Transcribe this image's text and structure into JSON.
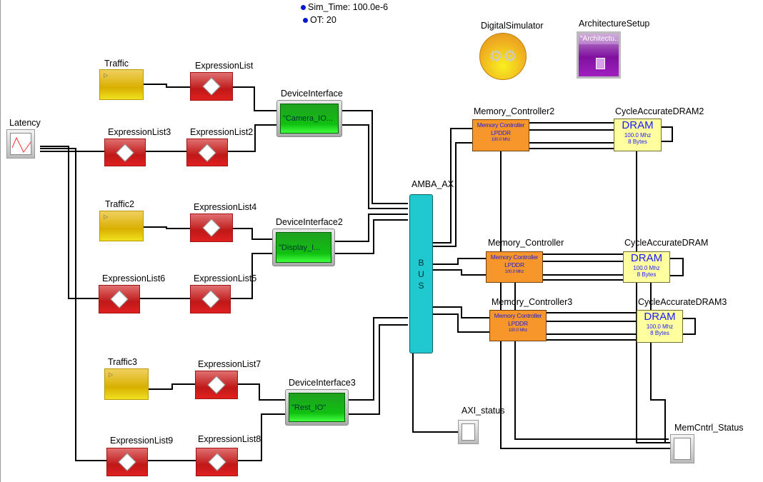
{
  "params": {
    "sim_time": "Sim_Time: 100.0e-6",
    "ot": "OT: 20"
  },
  "blocks": {
    "digital_simulator": "DigitalSimulator",
    "architecture_setup": {
      "label": "ArchitectureSetup",
      "value": "\"Architectu..."
    },
    "traffic": "Traffic",
    "traffic2": "Traffic2",
    "traffic3": "Traffic3",
    "expr": "ExpressionList",
    "expr2": "ExpressionList2",
    "expr3": "ExpressionList3",
    "expr4": "ExpressionList4",
    "expr5": "ExpressionList5",
    "expr6": "ExpressionList6",
    "expr7": "ExpressionList7",
    "expr8": "ExpressionList8",
    "expr9": "ExpressionList9",
    "dev1": {
      "label": "DeviceInterface",
      "value": "\"Camera_IO..."
    },
    "dev2": {
      "label": "DeviceInterface2",
      "value": "\"Display_I..."
    },
    "dev3": {
      "label": "DeviceInterface3",
      "value": "\"Rest_IO\""
    },
    "latency": "Latency",
    "bus": {
      "label": "AMBA_AX",
      "text": [
        "B",
        "U",
        "S"
      ]
    },
    "mc": {
      "type": "Memory Controller",
      "mem": "LPDDR",
      "freq": "100.0 Mhz"
    },
    "mc2_label": "Memory_Controller2",
    "mc1_label": "Memory_Controller",
    "mc3_label": "Memory_Controller3",
    "dram": {
      "type": "DRAM",
      "freq": "100.0 Mhz",
      "width": "8  Bytes"
    },
    "dram2_label": "CycleAccurateDRAM2",
    "dram1_label": "CycleAccurateDRAM",
    "dram3_label": "CycleAccurateDRAM3",
    "axi_status": "AXI_status",
    "memcntrl_status": "MemCntrl_Status"
  },
  "colors": {
    "traffic": "#d8b000",
    "expression": "#c01818",
    "device": "#10c010",
    "memory_controller": "#f7962a",
    "dram": "#ffffa0",
    "bus": "#20c8d0",
    "architecture": "#8010a0"
  }
}
